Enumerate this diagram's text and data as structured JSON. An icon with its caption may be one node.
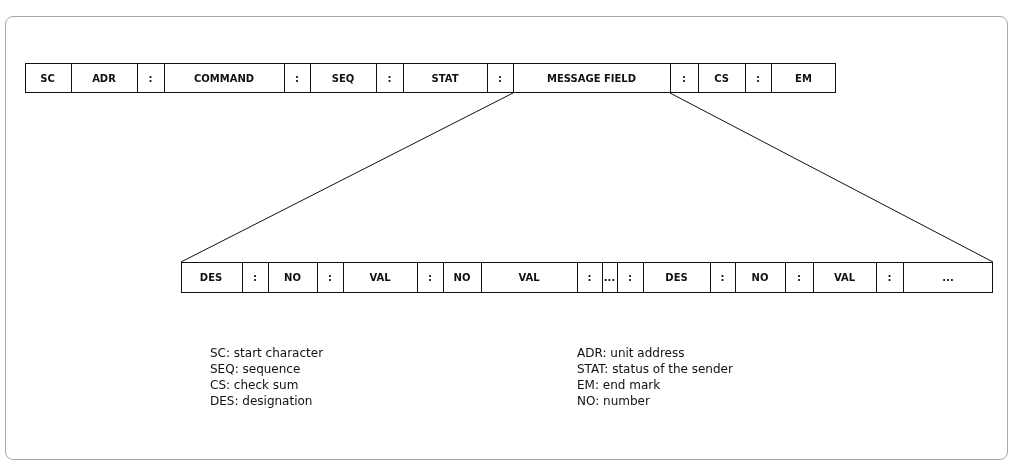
{
  "diagram": {
    "nodes": [
      {
        "text": [],
        "shape": "box"
      },
      {
        "text": [
          "SC"
        ],
        "in": 0
      },
      {
        "text": [
          "ADR"
        ],
        "in": 0
      },
      {
        "text": [
          ":"
        ],
        "in": 0
      },
      {
        "text": [
          "COMMAND"
        ],
        "in": 0
      },
      {
        "text": [
          ":"
        ],
        "in": 0
      },
      {
        "text": [
          "SEQ"
        ],
        "in": 0
      },
      {
        "text": [
          ":"
        ],
        "in": 0
      },
      {
        "text": [
          "STAT"
        ],
        "in": 0
      },
      {
        "text": [
          ":"
        ],
        "in": 0
      },
      {
        "text": [
          "MESSAGE FIELD"
        ],
        "in": 0
      },
      {
        "text": [
          ":"
        ],
        "in": 0
      },
      {
        "text": [
          "CS"
        ],
        "in": 0
      },
      {
        "text": [
          ":"
        ],
        "in": 0
      },
      {
        "text": [
          "EM"
        ],
        "in": 0
      },
      {
        "text": [],
        "shape": "box"
      },
      {
        "text": [
          "DES"
        ],
        "in": 15
      },
      {
        "text": [
          ":"
        ],
        "in": 15
      },
      {
        "text": [
          "NO"
        ],
        "in": 15
      },
      {
        "text": [
          ":"
        ],
        "in": 15
      },
      {
        "text": [
          "VAL"
        ],
        "in": 15
      },
      {
        "text": [
          ":"
        ],
        "in": 15
      },
      {
        "text": [
          "NO"
        ],
        "in": 15
      },
      {
        "text": [
          "VAL"
        ],
        "in": 15
      },
      {
        "text": [
          ":"
        ],
        "in": 15
      },
      {
        "text": [
          "..."
        ],
        "in": 15
      },
      {
        "text": [
          ":"
        ],
        "in": 15
      },
      {
        "text": [
          "DES"
        ],
        "in": 15
      },
      {
        "text": [
          ":"
        ],
        "in": 15
      },
      {
        "text": [
          "NO"
        ],
        "in": 15
      },
      {
        "text": [
          ":"
        ],
        "in": 15
      },
      {
        "text": [
          "VAL"
        ],
        "in": 15
      },
      {
        "text": [
          ":"
        ],
        "in": 15
      },
      {
        "text": [
          "..."
        ],
        "in": 15
      }
    ],
    "edges": [
      {
        "from": 10,
        "to": 15,
        "arrow": "none"
      },
      {
        "from": 10,
        "to": 15,
        "arrow": "none"
      }
    ],
    "labels": [
      "SC: start character",
      "ADR: unit address",
      "SEQ: sequence",
      "STAT: status of the sender",
      "CS: check sum",
      "EM: end mark",
      "DES: designation",
      "NO: number"
    ]
  }
}
